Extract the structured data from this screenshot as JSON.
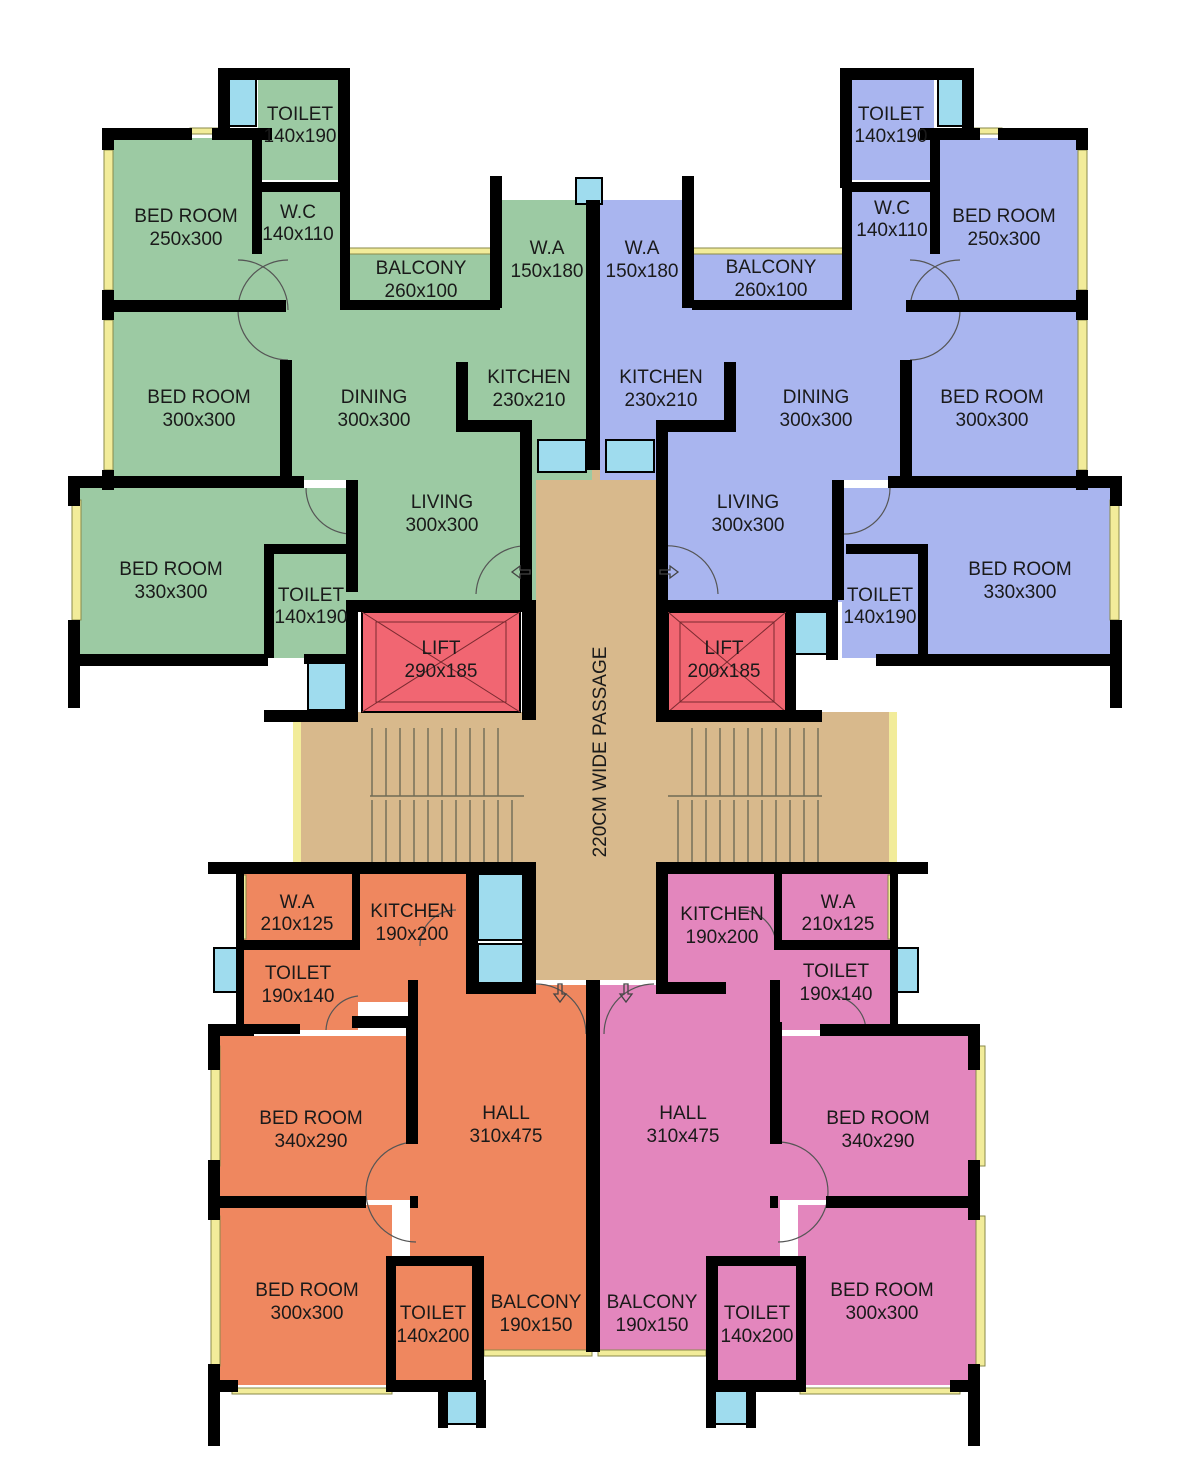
{
  "colors": {
    "flat_top_left": "#9ccaa3",
    "flat_top_right": "#a9b5ef",
    "flat_bottom_left": "#ef875f",
    "flat_bottom_right": "#e386bd",
    "common_area": "#d8b98c",
    "lift": "#f16672",
    "shaft": "#9fdcee",
    "window": "#f2ec9a",
    "wall": "#000000"
  },
  "passage": {
    "label": "220CM WIDE PASSAGE"
  },
  "flats": {
    "top_left": {
      "toilet_1": {
        "name": "TOILET",
        "size": "140x190"
      },
      "wc": {
        "name": "W.C",
        "size": "140x110"
      },
      "bed_room_1": {
        "name": "BED ROOM",
        "size": "250x300"
      },
      "balcony": {
        "name": "BALCONY",
        "size": "260x100"
      },
      "wa": {
        "name": "W.A",
        "size": "150x180"
      },
      "bed_room_2": {
        "name": "BED ROOM",
        "size": "300x300"
      },
      "dining": {
        "name": "DINING",
        "size": "300x300"
      },
      "kitchen": {
        "name": "KITCHEN",
        "size": "230x210"
      },
      "living": {
        "name": "LIVING",
        "size": "300x300"
      },
      "bed_room_3": {
        "name": "BED ROOM",
        "size": "330x300"
      },
      "toilet_2": {
        "name": "TOILET",
        "size": "140x190"
      },
      "lift": {
        "name": "LIFT",
        "size": "290x185"
      }
    },
    "top_right": {
      "toilet_1": {
        "name": "TOILET",
        "size": "140x190"
      },
      "wc": {
        "name": "W.C",
        "size": "140x110"
      },
      "bed_room_1": {
        "name": "BED ROOM",
        "size": "250x300"
      },
      "wa": {
        "name": "W.A",
        "size": "150x180"
      },
      "balcony": {
        "name": "BALCONY",
        "size": "260x100"
      },
      "kitchen": {
        "name": "KITCHEN",
        "size": "230x210"
      },
      "dining": {
        "name": "DINING",
        "size": "300x300"
      },
      "bed_room_2": {
        "name": "BED ROOM",
        "size": "300x300"
      },
      "living": {
        "name": "LIVING",
        "size": "300x300"
      },
      "bed_room_3": {
        "name": "BED ROOM",
        "size": "330x300"
      },
      "toilet_2": {
        "name": "TOILET",
        "size": "140x190"
      },
      "lift": {
        "name": "LIFT",
        "size": "200x185"
      }
    },
    "bottom_left": {
      "wa": {
        "name": "W.A",
        "size": "210x125"
      },
      "kitchen": {
        "name": "KITCHEN",
        "size": "190x200"
      },
      "toilet_1": {
        "name": "TOILET",
        "size": "190x140"
      },
      "bed_room_1": {
        "name": "BED ROOM",
        "size": "340x290"
      },
      "hall": {
        "name": "HALL",
        "size": "310x475"
      },
      "bed_room_2": {
        "name": "BED ROOM",
        "size": "300x300"
      },
      "toilet_2": {
        "name": "TOILET",
        "size": "140x200"
      },
      "balcony": {
        "name": "BALCONY",
        "size": "190x150"
      }
    },
    "bottom_right": {
      "kitchen": {
        "name": "KITCHEN",
        "size": "190x200"
      },
      "wa": {
        "name": "W.A",
        "size": "210x125"
      },
      "toilet_1": {
        "name": "TOILET",
        "size": "190x140"
      },
      "hall": {
        "name": "HALL",
        "size": "310x475"
      },
      "bed_room_1": {
        "name": "BED ROOM",
        "size": "340x290"
      },
      "balcony": {
        "name": "BALCONY",
        "size": "190x150"
      },
      "toilet_2": {
        "name": "TOILET",
        "size": "140x200"
      },
      "bed_room_2": {
        "name": "BED ROOM",
        "size": "300x300"
      }
    }
  }
}
